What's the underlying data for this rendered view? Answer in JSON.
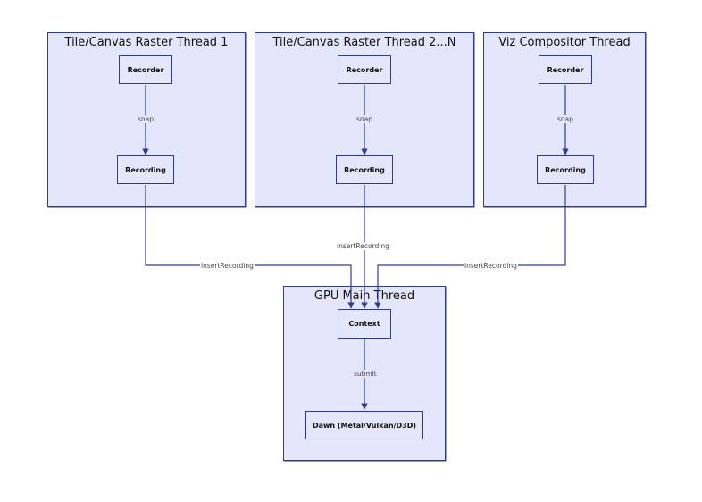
{
  "clusters": {
    "raster1": "Tile/Canvas Raster Thread 1",
    "raster2": "Tile/Canvas Raster Thread 2...N",
    "viz": "Viz Compositor Thread",
    "gpu": "GPU Main Thread"
  },
  "nodes": {
    "recorder1": "Recorder",
    "recording1": "Recording",
    "recorder2": "Recorder",
    "recording2": "Recording",
    "recorder3": "Recorder",
    "recording3": "Recording",
    "context": "Context",
    "dawn": "Dawn (Metal/Vulkan/D3D)"
  },
  "edges": {
    "snap1": "snap",
    "snap2": "snap",
    "snap3": "snap",
    "insert1": "insertRecording",
    "insert2": "insertRecording",
    "insert3": "insertRecording",
    "submit": "submit"
  },
  "colors": {
    "fill": "#e4e6fb",
    "stroke": "#2f3b8f"
  }
}
